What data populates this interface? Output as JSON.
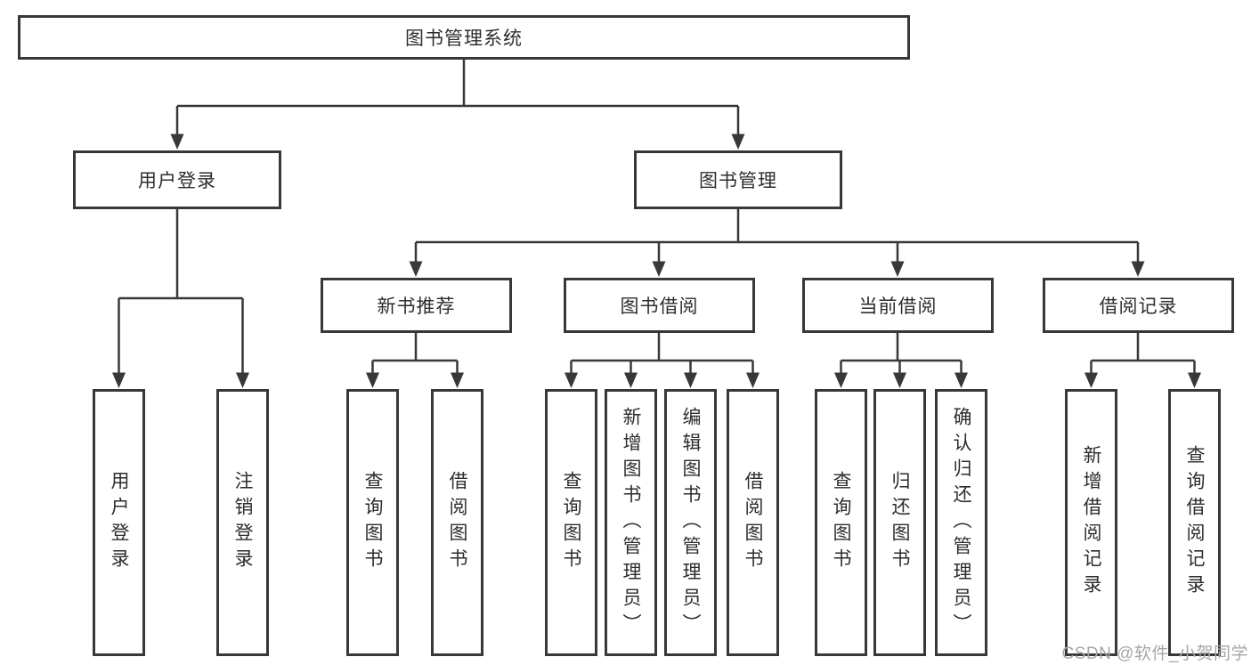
{
  "diagram": {
    "title": "图书管理系统",
    "level2": {
      "user_login": "用户登录",
      "book_management": "图书管理"
    },
    "level3": {
      "new_books": "新书推荐",
      "book_borrow": "图书借阅",
      "current_borrow": "当前借阅",
      "borrow_records": "借阅记录"
    },
    "leaves": {
      "user_login": [
        "用户登录",
        "注销登录"
      ],
      "new_books": [
        "查询图书",
        "借阅图书"
      ],
      "book_borrow": [
        "查询图书",
        "新增图书（管理员）",
        "编辑图书（管理员）",
        "借阅图书"
      ],
      "current_borrow": [
        "查询图书",
        "归还图书",
        "确认归还（管理员）"
      ],
      "borrow_records": [
        "新增借阅记录",
        "查询借阅记录"
      ]
    }
  },
  "watermark": "CSDN @软件_小贺同学",
  "colors": {
    "line": "#383838",
    "text": "#2d2d2d",
    "watermark": "#a6a6a6",
    "background": "#ffffff"
  }
}
